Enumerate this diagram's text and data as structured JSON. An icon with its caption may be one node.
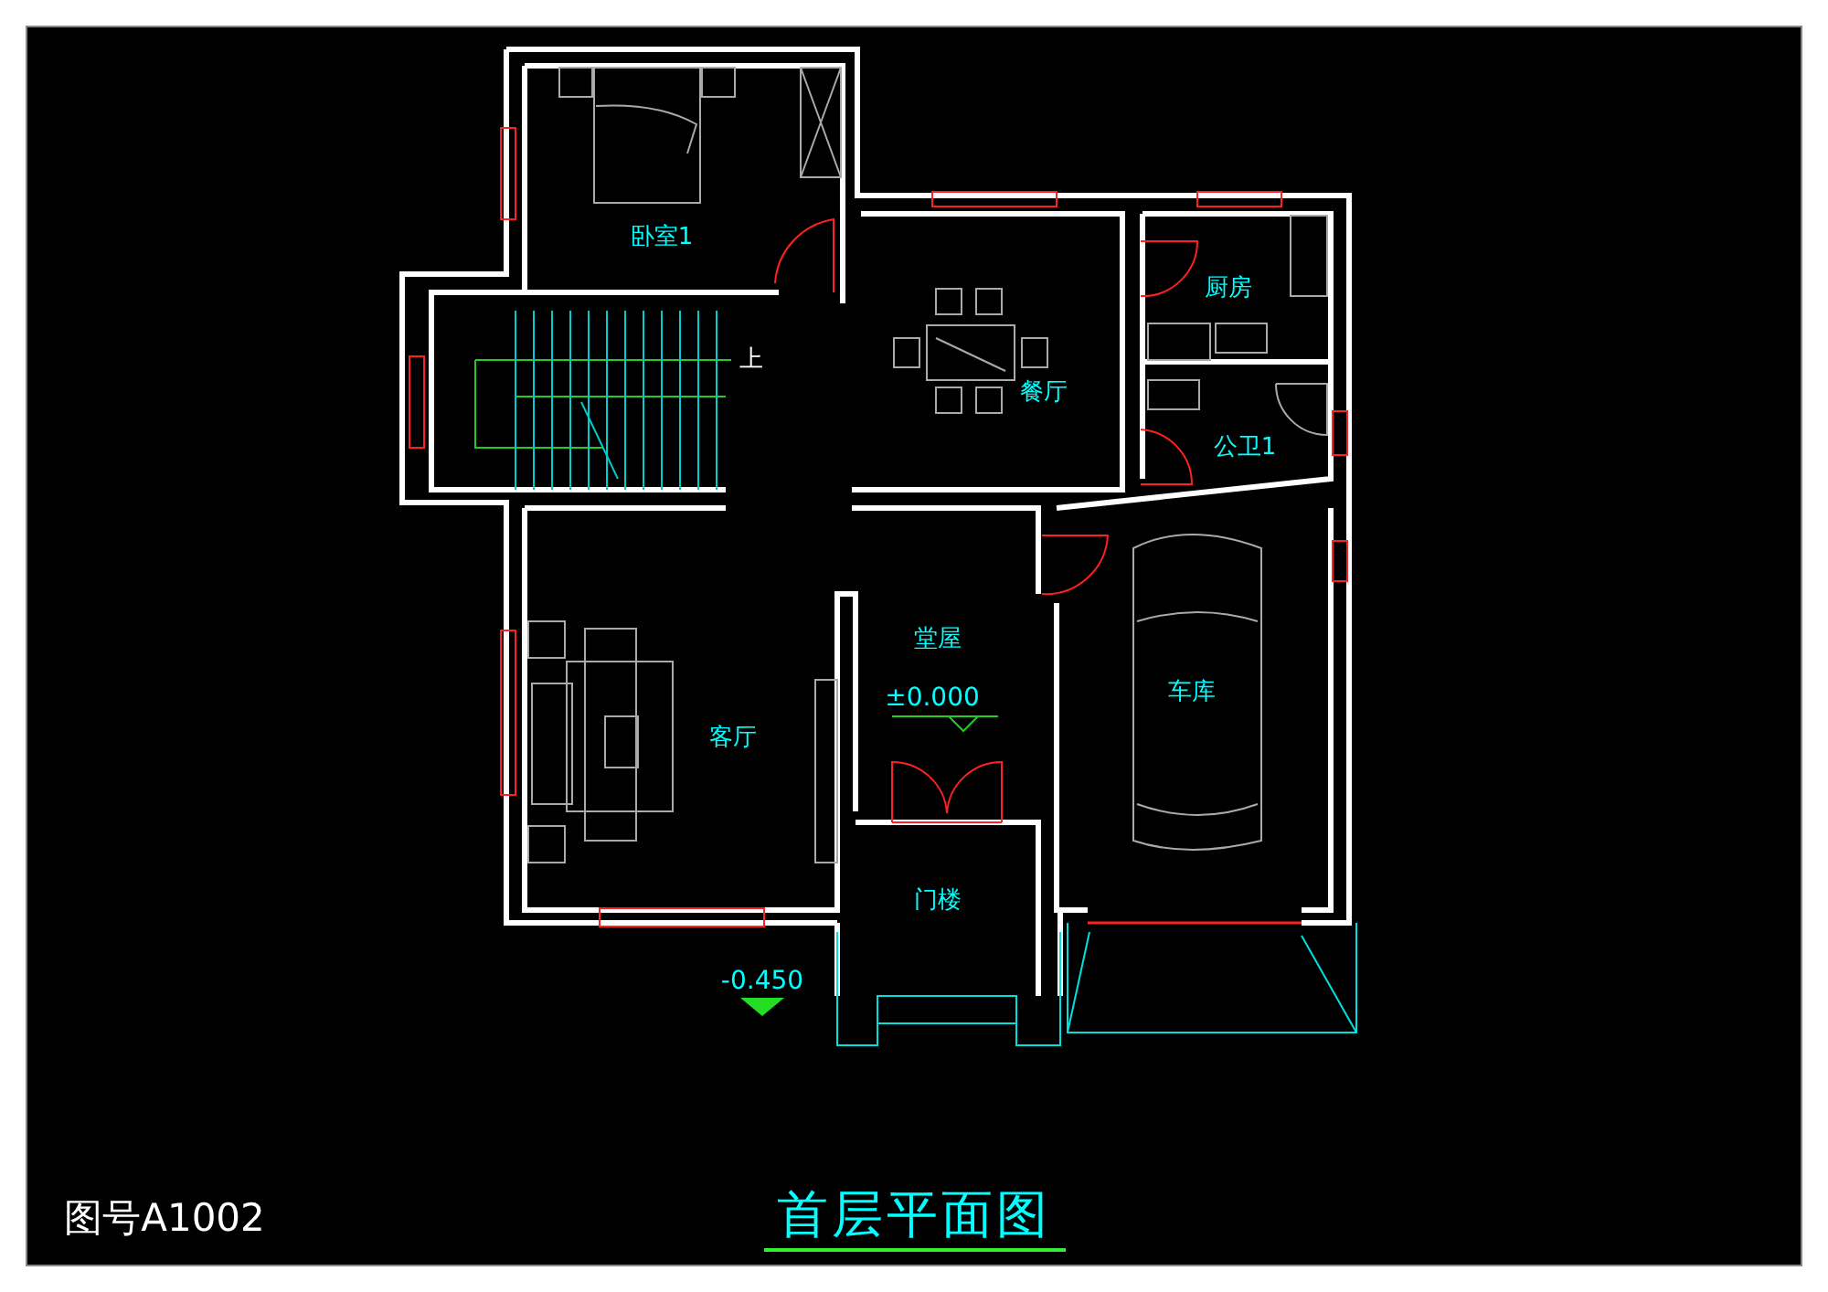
{
  "diagram": {
    "title": "首层平面图",
    "labels": [
      "卧室1",
      "上",
      "餐厅",
      "厨房",
      "公卫1",
      "客厅",
      "堂屋",
      "±0.000",
      "车库",
      "门楼",
      "-0.450",
      "图号A1002"
    ]
  }
}
